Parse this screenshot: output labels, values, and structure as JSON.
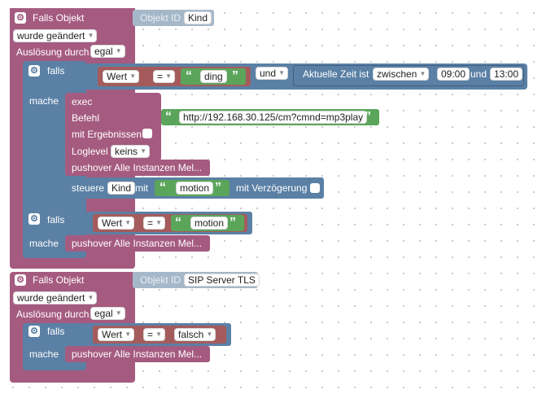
{
  "events": [
    {
      "title": "Falls Objekt",
      "object_id_label": "Objekt ID",
      "object_id": "Kind",
      "trigger_value": "wurde geändert",
      "trigger_label": "Auslösung durch",
      "trigger_by": "egal"
    },
    {
      "title": "Falls Objekt",
      "object_id_label": "Objekt ID",
      "object_id": "SIP Server TLS",
      "trigger_value": "wurde geändert",
      "trigger_label": "Auslösung durch",
      "trigger_by": "egal"
    }
  ],
  "if_label": "falls",
  "do_label": "mache",
  "cond1": {
    "var": "Wert",
    "op": "=",
    "text": "ding",
    "logic": "und",
    "time_label": "Aktuelle Zeit ist",
    "time_mode": "zwischen",
    "start": "09:00",
    "and_label": "und",
    "end": "13:00"
  },
  "exec": {
    "title": "exec",
    "command_label": "Befehl",
    "command": "http://192.168.30.125/cm?cmnd=mp3play",
    "results_label": "mit Ergebnissen",
    "loglevel_label": "Loglevel",
    "loglevel": "keins"
  },
  "pushover_label": "pushover Alle Instanzen Mel...",
  "control": {
    "label": "steuere",
    "target": "Kind",
    "with_label": "mit",
    "value": "motion",
    "delay_label": "mit Verzögerung"
  },
  "cond2": {
    "var": "Wert",
    "op": "=",
    "text": "motion"
  },
  "cond3": {
    "var": "Wert",
    "op": "=",
    "value": "falsch"
  },
  "icons": {
    "gear": "gear-icon",
    "quote": "quote-icon",
    "dropdown": "dropdown-arrow-icon"
  }
}
